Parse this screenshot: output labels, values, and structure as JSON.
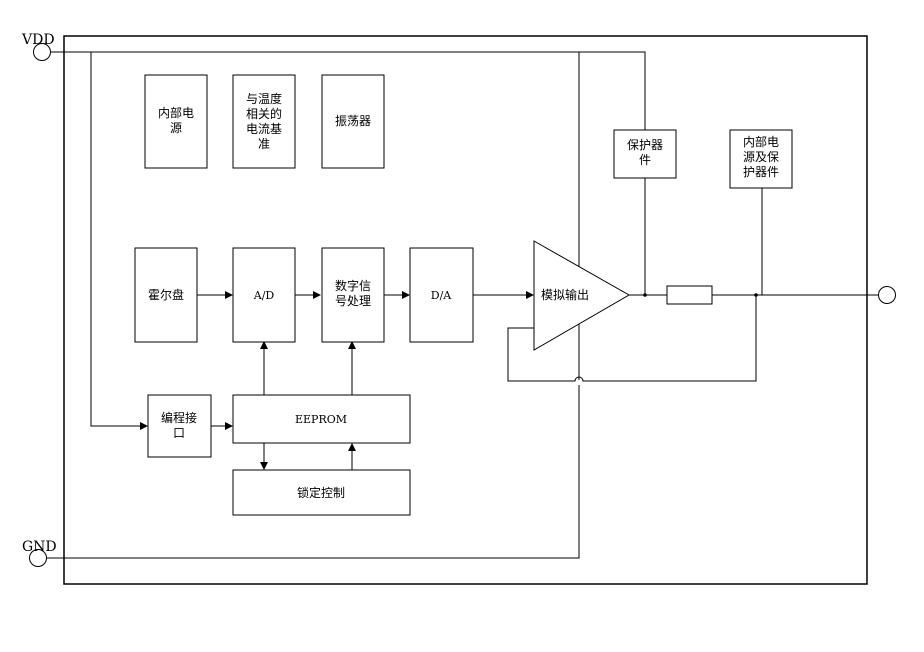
{
  "pins": {
    "vdd": "VDD",
    "gnd": "GND"
  },
  "blocks": {
    "internal_power": [
      "内部电",
      "源"
    ],
    "temp_ref": [
      "与温度",
      "相关的",
      "电流基",
      "准"
    ],
    "oscillator": [
      "振荡器"
    ],
    "hall_disc": [
      "霍尔盘"
    ],
    "adc": [
      "A/D"
    ],
    "dsp": [
      "数字信",
      "号处理"
    ],
    "dac": [
      "D/A"
    ],
    "analog_out": [
      "模拟输出"
    ],
    "prog_interface": [
      "编程接",
      "口"
    ],
    "eeprom": [
      "EEPROM"
    ],
    "lock_control": [
      "锁定控制"
    ],
    "protection": [
      "保护器",
      "件"
    ],
    "power_protection": [
      "内部电",
      "源及保",
      "护器件"
    ]
  }
}
